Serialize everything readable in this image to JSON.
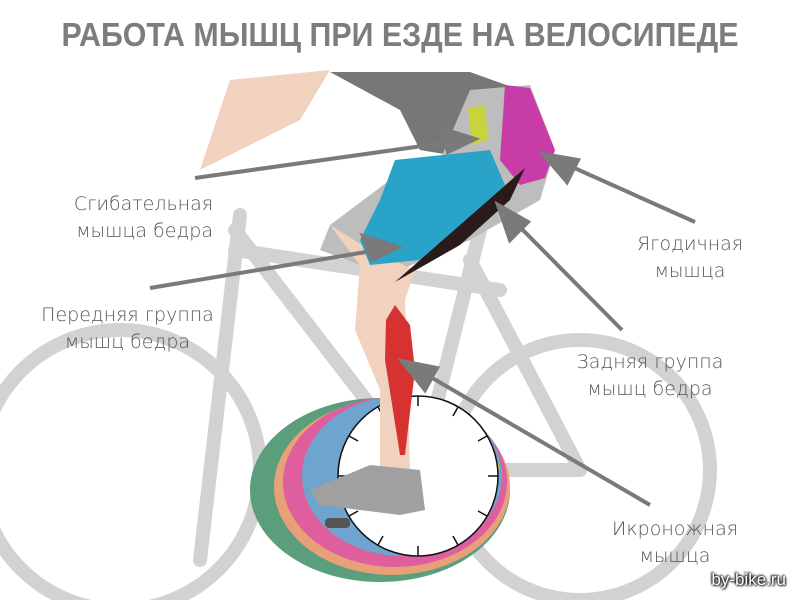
{
  "title": "РАБОТА МЫШЦ ПРИ ЕЗДЕ НА ВЕЛОСИПЕДЕ",
  "labels": {
    "flexor": [
      "Сгибательная",
      "мышца бедра"
    ],
    "quadriceps": [
      "Передняя группа",
      "мышц бедра"
    ],
    "gluteus": [
      "Ягодичная",
      "мышца"
    ],
    "hamstrings": [
      "Задняя группа",
      "мышц бедра"
    ],
    "calf": [
      "Икроножная",
      "мышца"
    ]
  },
  "watermark": "by-bike.ru",
  "colors": {
    "title": "#7d7d7d",
    "flexor": "#c8d43a",
    "quadriceps": "#2aa3c8",
    "gluteus": "#c83ca8",
    "hamstrings": "#2a1a1a",
    "calf": "#d63232",
    "arrow": "#7a7a7a",
    "bike": "#d0d0d0",
    "skin": "#f1d2bf"
  }
}
